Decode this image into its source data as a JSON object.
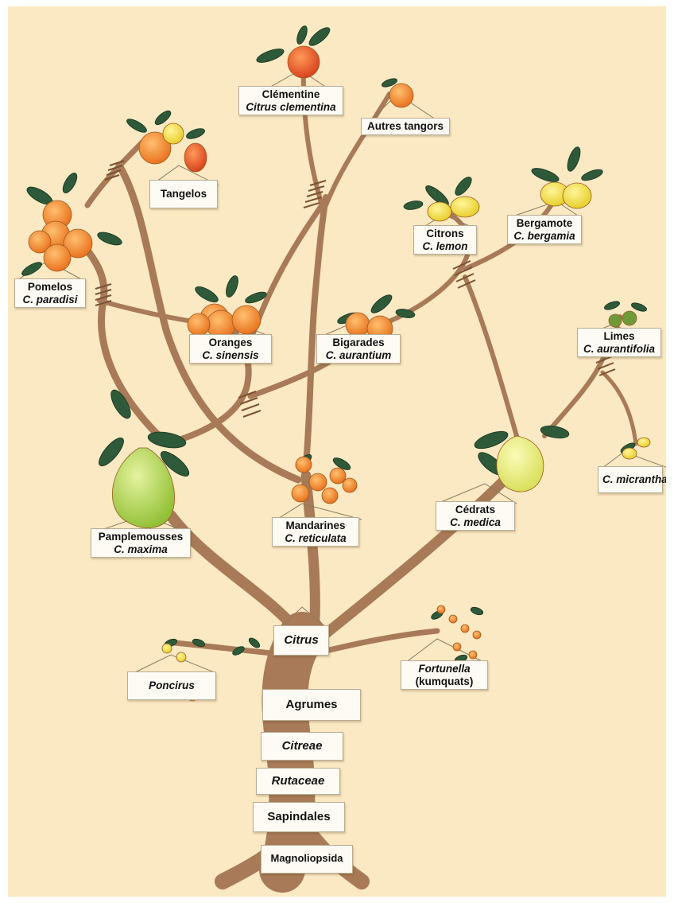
{
  "taxonomy": {
    "class": "Magnoliopsida",
    "order": "Sapindales",
    "family": "Rutaceae",
    "tribe": "Citreae",
    "common": "Agrumes"
  },
  "genera": {
    "citrus": "Citrus",
    "poncirus": "Poncirus",
    "fortunella_name": "Fortunella",
    "fortunella_common": "(kumquats)"
  },
  "fruits": {
    "clementine": {
      "common": "Clémentine",
      "scientific": "Citrus clementina"
    },
    "tangors": {
      "common": "Autres tangors"
    },
    "tangelos": {
      "common": "Tangelos"
    },
    "citrons": {
      "common": "Citrons",
      "scientific": "C. lemon"
    },
    "bergamote": {
      "common": "Bergamote",
      "scientific": "C. bergamia"
    },
    "pomelos": {
      "common": "Pomelos",
      "scientific": "C. paradisi"
    },
    "oranges": {
      "common": "Oranges",
      "scientific": "C. sinensis"
    },
    "bigarades": {
      "common": "Bigarades",
      "scientific": "C. aurantium"
    },
    "limes": {
      "common": "Limes",
      "scientific": "C. aurantifolia"
    },
    "micrantha": {
      "scientific": "C. micrantha"
    },
    "pamplemousses": {
      "common": "Pamplemousses",
      "scientific": "C. maxima"
    },
    "mandarines": {
      "common": "Mandarines",
      "scientific": "C. reticulata"
    },
    "cedrats": {
      "common": "Cédrats",
      "scientific": "C. medica"
    }
  },
  "colors": {
    "background": "#fbe9c3",
    "branch": "#a87a57",
    "leaf": "#2f5a3a",
    "orange": "#f08a2a",
    "lemon": "#f3e04c",
    "pomelo": "#b6d34a",
    "label": "#fdfbf4"
  }
}
